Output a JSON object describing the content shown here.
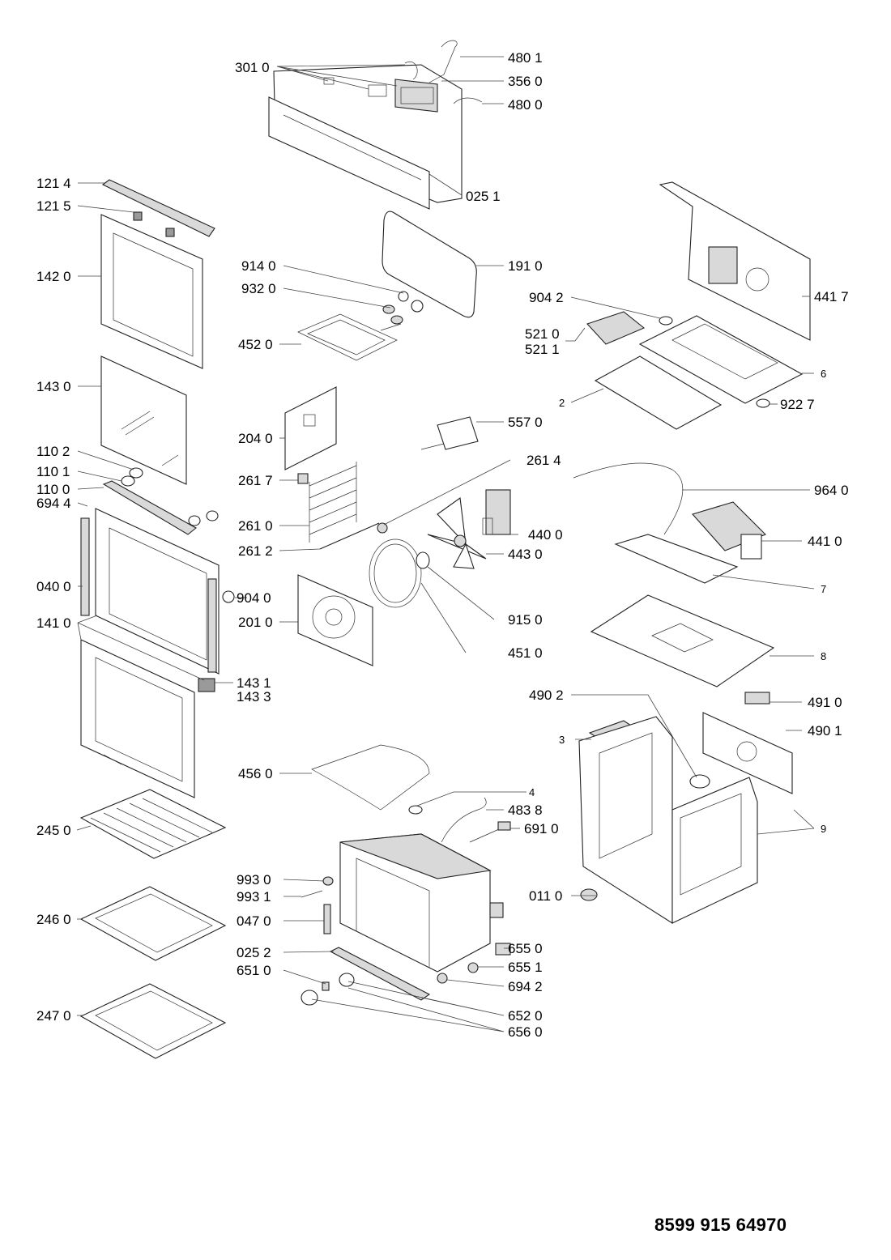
{
  "document_number": "8599 915 64970",
  "parts": {
    "p3010": "301 0",
    "p4801": "480 1",
    "p3560": "356 0",
    "p4800": "480 0",
    "p0251": "025 1",
    "p1214": "121 4",
    "p1215": "121 5",
    "p1420": "142 0",
    "p1430": "143 0",
    "p1102": "110 2",
    "p1101": "110 1",
    "p1100": "110 0",
    "p6944": "694 4",
    "p0400": "040 0",
    "p1410": "141 0",
    "p1431": "143 1",
    "p1433": "143 3",
    "p9140": "914 0",
    "p9320": "932 0",
    "p4520": "452 0",
    "p1910": "191 0",
    "p2040": "204 0",
    "p2617": "261 7",
    "p2610": "261 0",
    "p2612": "261 2",
    "p9040": "904 0",
    "p2010": "201 0",
    "p2614": "261 4",
    "p5570": "557 0",
    "p4400": "440 0",
    "p4430": "443 0",
    "p9150": "915 0",
    "p4510": "451 0",
    "p9042": "904 2",
    "p5210": "521 0",
    "p5211": "521 1",
    "p4417": "441 7",
    "p6": "6",
    "p2": "2",
    "p9227": "922 7",
    "p9640": "964 0",
    "p4410": "441 0",
    "p7": "7",
    "p8": "8",
    "p4902": "490 2",
    "p4910": "491 0",
    "p3": "3",
    "p4901": "490 1",
    "p9": "9",
    "p4560": "456 0",
    "p4": "4",
    "p4838": "483 8",
    "p6910": "691 0",
    "p2450": "245 0",
    "p9930": "993 0",
    "p9931": "993 1",
    "p0470": "047 0",
    "p0110": "011 0",
    "p2460": "246 0",
    "p0252": "025 2",
    "p6550": "655 0",
    "p6551": "655 1",
    "p6510": "651 0",
    "p6942": "694 2",
    "p6520": "652 0",
    "p6560": "656 0",
    "p2470": "247 0"
  }
}
